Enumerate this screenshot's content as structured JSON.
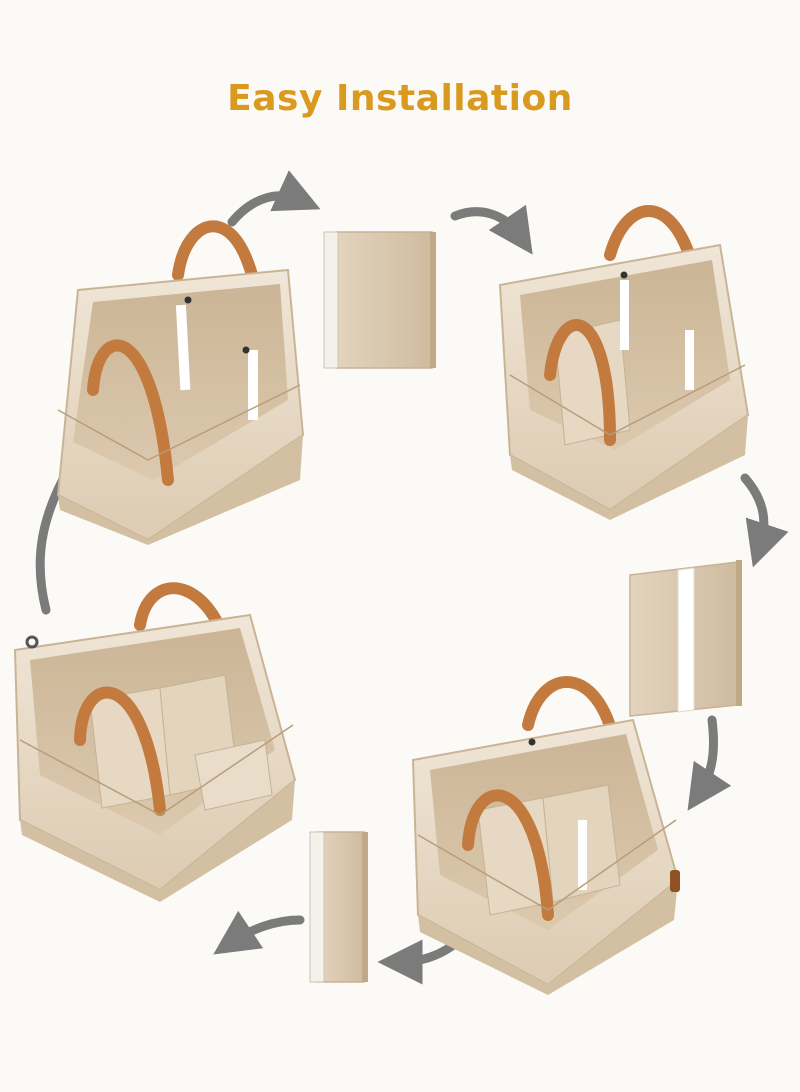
{
  "title": {
    "text": "Easy Installation"
  },
  "colors": {
    "title": "#d99a1f",
    "background": "#fbfaf6",
    "felt_light": "#ece0cf",
    "felt_mid": "#e0cfb8",
    "felt_dark": "#cdb89c",
    "interior": "#d8c4a8",
    "leather": "#c27a3e",
    "leather_dark": "#8e5223",
    "arrow": "#7b7b7b",
    "panel": "#d9c7ad",
    "panel_edge": "#f3eee7",
    "velcro": "#ffffff"
  },
  "steps": [
    {
      "id": "step-1",
      "dividers": 0,
      "icon": "organizer-empty"
    },
    {
      "id": "step-2",
      "dividers": 1,
      "icon": "organizer-one-divider"
    },
    {
      "id": "step-3",
      "dividers": 2,
      "icon": "organizer-two-dividers"
    },
    {
      "id": "step-4",
      "dividers": 3,
      "icon": "organizer-three-dividers"
    }
  ],
  "cycle_icon": "circular-arrows"
}
